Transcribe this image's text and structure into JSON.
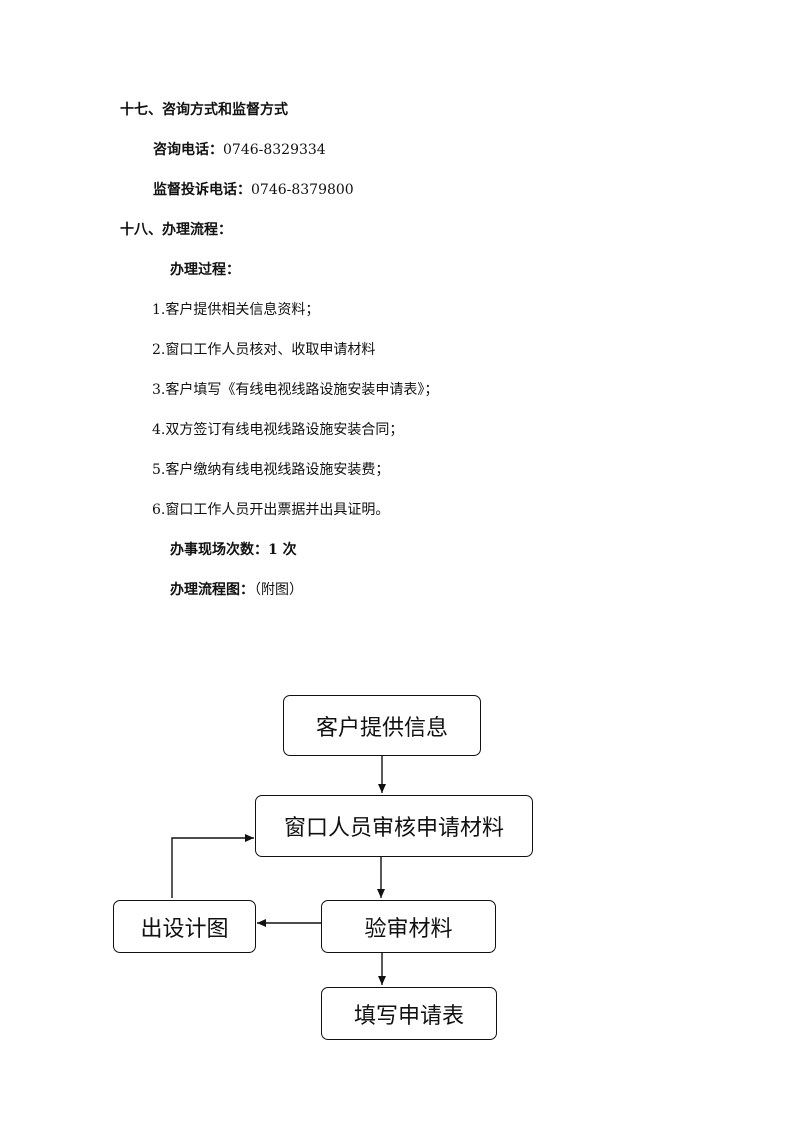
{
  "section17": {
    "heading": "十七、咨询方式和监督方式",
    "consult_label": "咨询电话：",
    "consult_value": "0746-8329334",
    "supervise_label": "监督投诉电话：",
    "supervise_value": "0746-8379800"
  },
  "section18": {
    "heading": "十八、办理流程：",
    "process_label": "办理过程：",
    "steps": [
      "1.客户提供相关信息资料；",
      "2.窗口工作人员核对、收取申请材料",
      "3.客户填写《有线电视线路设施安装申请表》；",
      "4.双方签订有线电视线路设施安装合同；",
      "5.客户缴纳有线电视线路设施安装费；",
      "6.窗口工作人员开出票据并出具证明。"
    ],
    "visits_label": "办事现场次数：",
    "visits_value": "1 次",
    "flowchart_label": "办理流程图：",
    "flowchart_note": "（附图）"
  },
  "flowchart": {
    "nodes": {
      "provide": "客户提供信息",
      "review": "窗口人员审核申请材料",
      "verify": "验审材料",
      "design": "出设计图",
      "form": "填写申请表"
    }
  }
}
